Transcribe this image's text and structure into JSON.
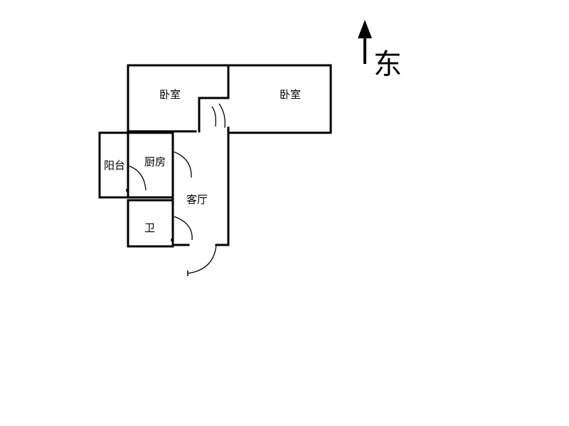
{
  "rooms": {
    "bedroom_left": "卧室",
    "bedroom_right": "卧室",
    "balcony": "阳台",
    "kitchen": "厨房",
    "living_room": "客厅",
    "bathroom": "卫"
  },
  "compass": {
    "direction": "东",
    "arrow": "up-arrow"
  },
  "colors": {
    "line": "#000000",
    "background": "#ffffff"
  }
}
